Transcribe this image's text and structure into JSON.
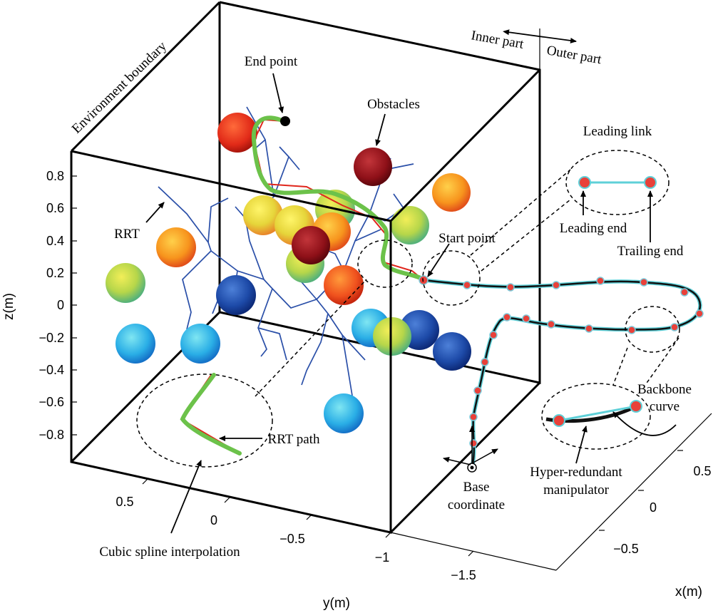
{
  "labels": {
    "environment_boundary": "Environment boundary",
    "end_point": "End point",
    "obstacles": "Obstacles",
    "inner_part": "Inner part",
    "outer_part": "Outer part",
    "leading_link": "Leading link",
    "leading_end": "Leading end",
    "trailing_end": "Trailing end",
    "start_point": "Start point",
    "rrt": "RRT",
    "rrt_path": "RRT path",
    "cubic_spline": "Cubic spline interpolation",
    "base_coordinate_1": "Base",
    "base_coordinate_2": "coordinate",
    "backbone_curve_1": "Backbone",
    "backbone_curve_2": "curve",
    "hyper_redundant_1": "Hyper-redundant",
    "hyper_redundant_2": "manipulator"
  },
  "axes": {
    "z_label": "z(m)",
    "y_label": "y(m)",
    "x_label": "x(m)",
    "z_ticks": [
      "0.8",
      "0.6",
      "0.4",
      "0.2",
      "0",
      "−0.2",
      "−0.4",
      "−0.6",
      "−0.8"
    ],
    "y_ticks": [
      "0.5",
      "0",
      "−0.5",
      "−1",
      "−1.5"
    ],
    "x_ticks": [
      "0.5",
      "0",
      "−0.5"
    ]
  },
  "colors": {
    "rrt_tree": "#2a4fa8",
    "spline_path": "#6cc24a",
    "rrt_path": "#e0261c",
    "manipulator_body": "#111111",
    "manipulator_outline": "#5fd0d8",
    "joint": "#e8413a"
  }
}
